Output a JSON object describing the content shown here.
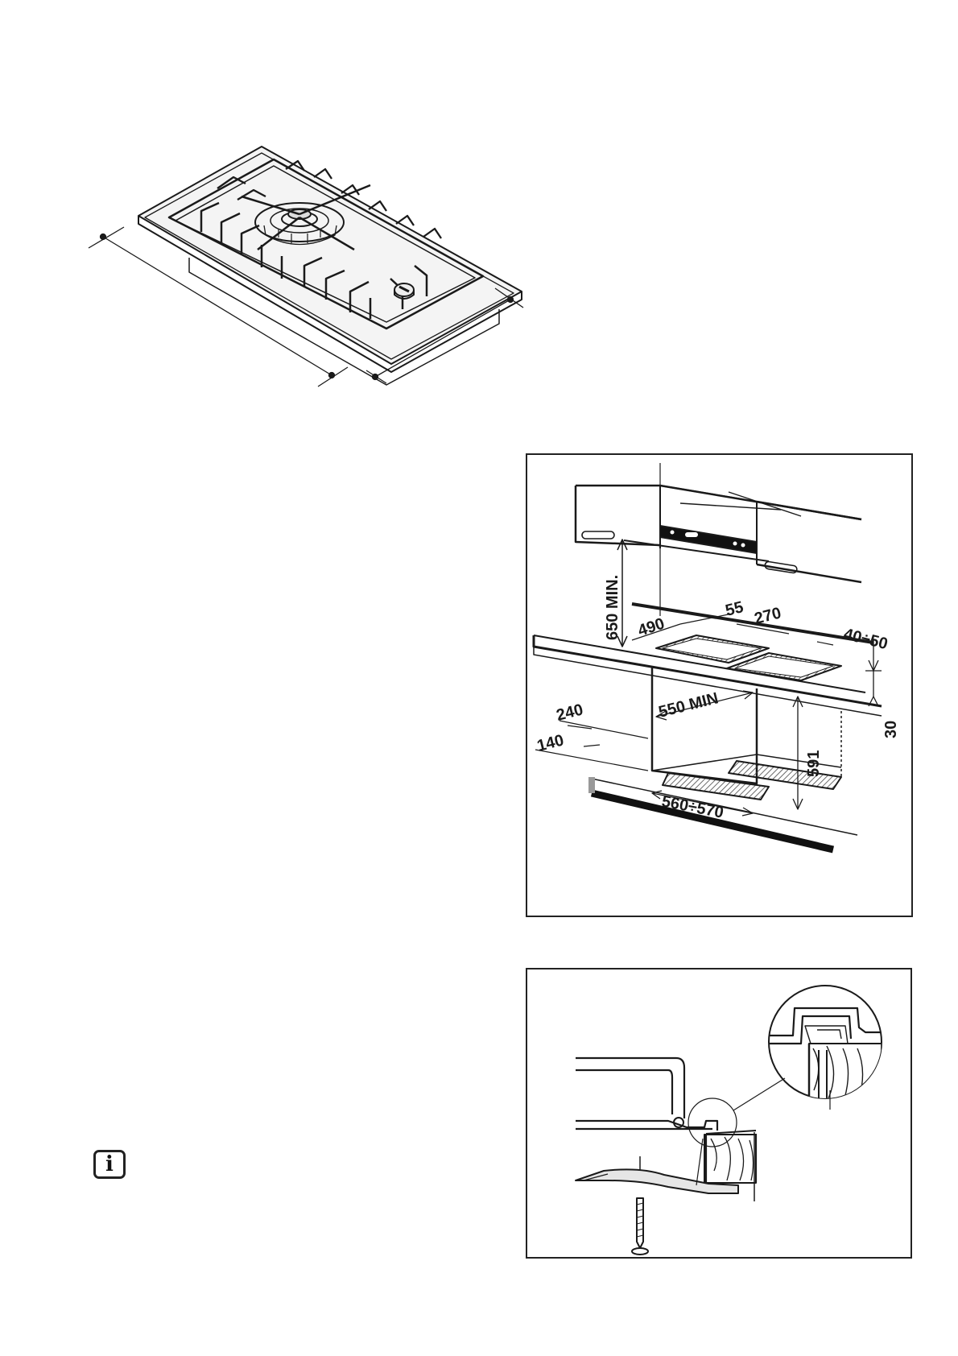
{
  "figure_cabinet": {
    "dimensions": {
      "wall_unit_clearance": "650 MIN.",
      "cutout_depth": "490",
      "front_gap": "55",
      "cutout_width": "270",
      "rear_gap": "40÷50",
      "worktop_thickness": "30",
      "cabinet_inner_width": "550 MIN",
      "cabinet_outer_width": "560÷570",
      "side_depth": "240",
      "front_depth": "140",
      "cabinet_height": "591"
    }
  },
  "info": {
    "icon": "info-icon",
    "symbol": "i"
  }
}
